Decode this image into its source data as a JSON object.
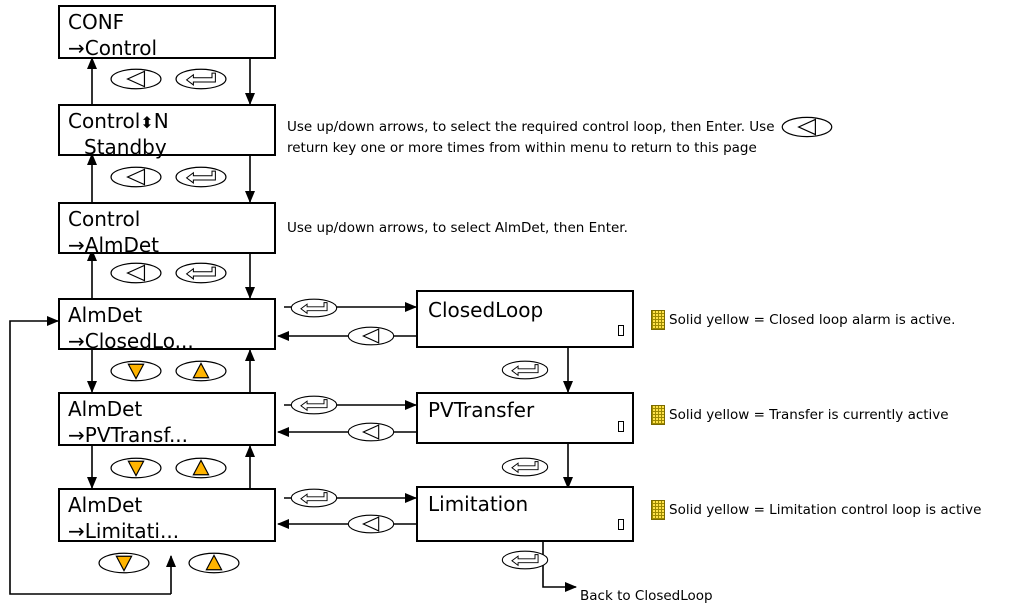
{
  "screens": {
    "conf": {
      "line1": "CONF",
      "line2": "→Control"
    },
    "control_sel": {
      "line1": "Control",
      "arrows": "⬍",
      "loop": "N",
      "line2": "Standby"
    },
    "control": {
      "line1": "Control",
      "line2": "→AlmDet"
    },
    "almdet_closed": {
      "line1": "AlmDet",
      "line2": "→ClosedLo..."
    },
    "almdet_transfer": {
      "line1": "AlmDet",
      "line2": "→PVTransf..."
    },
    "almdet_limit": {
      "line1": "AlmDet",
      "line2": "→Limitati..."
    },
    "closedloop": {
      "title": "ClosedLoop"
    },
    "pvtransfer": {
      "title": "PVTransfer"
    },
    "limitation": {
      "title": "Limitation"
    }
  },
  "notes": {
    "select_loop_part1": "Use up/down arrows, to select the required control loop, then Enter.  Use",
    "select_loop_part2": "return key one or more times from within menu to return to this page",
    "select_almdet": "Use up/down arrows, to select AlmDet, then Enter.",
    "closedloop_status": "Solid yellow = Closed loop alarm is active.",
    "transfer_status": "Solid yellow = Transfer is currently active",
    "limitation_status": "Solid yellow = Limitation control loop is active"
  },
  "back_label": "Back to ClosedLoop",
  "icons": {
    "back": "back-key-icon",
    "enter": "enter-key-icon",
    "down": "down-key-icon",
    "up": "up-key-icon",
    "indicator": "alarm-indicator-icon"
  },
  "colors": {
    "key_fill": "#ffb400",
    "indicator_fill": "#ffe24a",
    "line": "#000000"
  }
}
